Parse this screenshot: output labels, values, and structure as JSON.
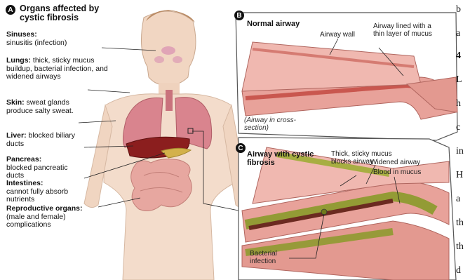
{
  "panelA": {
    "badge": "A",
    "title": "Organs affected by cystic fibrosis",
    "labels": [
      {
        "name": "Sinuses:",
        "detail": "sinusitis (infection)"
      },
      {
        "name": "Lungs:",
        "detail": "thick, sticky mucus buildup, bacterial infection, and widened airways"
      },
      {
        "name": "Skin:",
        "detail": "sweat glands produce salty sweat."
      },
      {
        "name": "Liver:",
        "detail": "blocked biliary ducts"
      },
      {
        "name": "Pancreas:",
        "detail": "blocked pancreatic ducts"
      },
      {
        "name": "Intestines:",
        "detail": "cannot fully absorb nutrients"
      },
      {
        "name": "Reproductive organs:",
        "detail": "(male and female) complications"
      }
    ]
  },
  "panelB": {
    "badge": "B",
    "title": "Normal airway",
    "wall_label": "Airway wall",
    "mucus_label": "Airway lined with a thin layer of mucus",
    "caption": "(Airway in cross-section)"
  },
  "panelC": {
    "badge": "C",
    "title": "Airway with cystic fibrosis",
    "mucus_label": "Thick, sticky mucus blocks airway",
    "widened_label": "Widened airway",
    "blood_label": "Blood in mucus",
    "infection_label": "Bacterial infection"
  },
  "cut_text": [
    "b",
    "a",
    "4",
    "L",
    "h",
    "c",
    "in",
    "H",
    "a",
    "th",
    "th",
    "d"
  ],
  "colors": {
    "airway_outer": "#e8a29a",
    "airway_inner": "#c9574f",
    "panel_border": "#555555",
    "mucus_green": "#8a9a2a",
    "lung": "#d9848e",
    "liver": "#8b1e1e",
    "intestine": "#e7a7a0"
  }
}
